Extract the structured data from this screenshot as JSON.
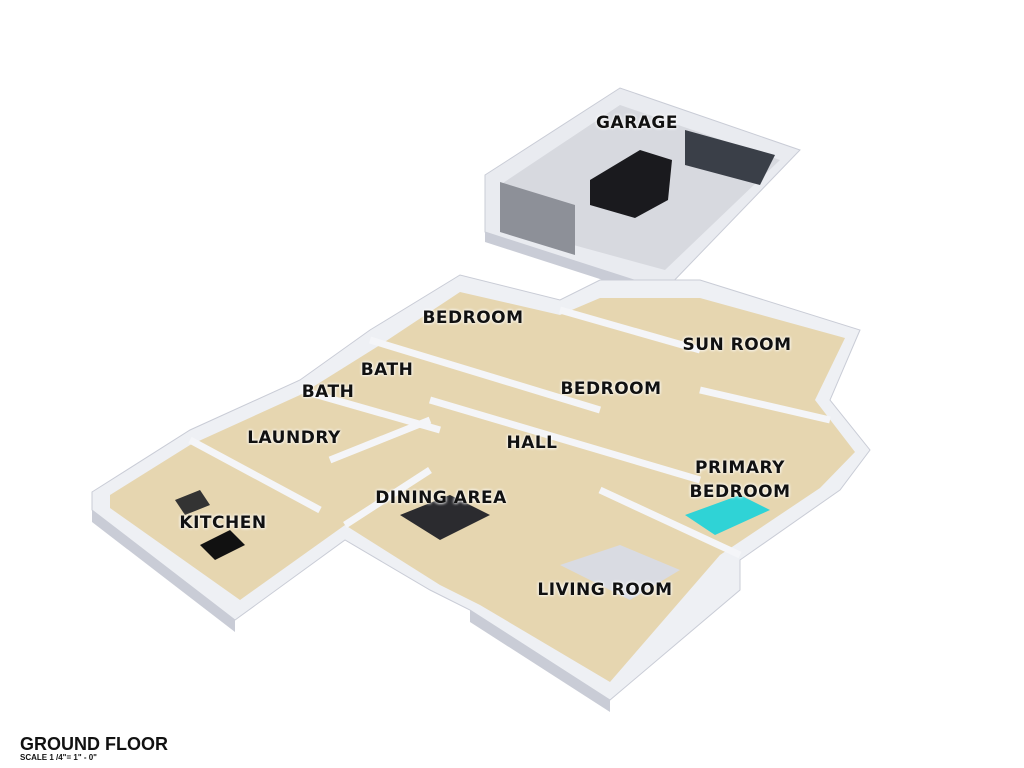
{
  "colors": {
    "wall": "#eef0f4",
    "wall_shadow": "#c9ccd6",
    "floor": "#d8c49a",
    "floor_light": "#e6d6b0",
    "car": "#1a1a1e",
    "bed": "#2fd3d6"
  },
  "rooms": [
    {
      "id": "garage",
      "label": "GARAGE"
    },
    {
      "id": "bedroom-2",
      "label": "BEDROOM"
    },
    {
      "id": "bath-1",
      "label": "BATH"
    },
    {
      "id": "bath-2",
      "label": "BATH"
    },
    {
      "id": "sun-room",
      "label": "SUN ROOM"
    },
    {
      "id": "bedroom-3",
      "label": "BEDROOM"
    },
    {
      "id": "laundry",
      "label": "LAUNDRY"
    },
    {
      "id": "hall",
      "label": "HALL"
    },
    {
      "id": "primary-bedroom",
      "label": "PRIMARY\nBEDROOM",
      "line1": "PRIMARY",
      "line2": "BEDROOM"
    },
    {
      "id": "dining-area",
      "label": "DINING AREA"
    },
    {
      "id": "kitchen",
      "label": "KITCHEN"
    },
    {
      "id": "living-room",
      "label": "LIVING ROOM"
    }
  ],
  "footer": {
    "title": "GROUND FLOOR",
    "scale": "SCALE 1 /4\"= 1\" - 0\""
  }
}
